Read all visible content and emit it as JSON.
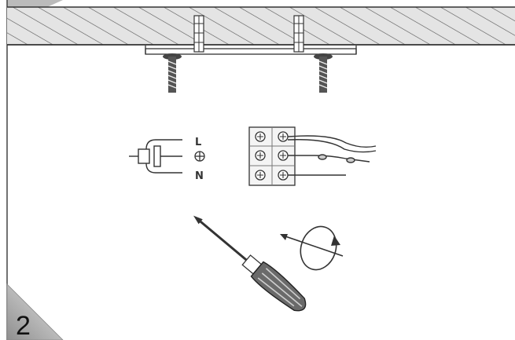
{
  "step_number": "2",
  "terminals": {
    "live": "L",
    "neutral": "N"
  },
  "colors": {
    "line": "#333333",
    "ceiling_fill": "#d9d9d9",
    "corner_dark": "#9a9a9a",
    "corner_light": "#e2e2e2",
    "background": "#ffffff"
  },
  "icons": [
    "ceiling-hatch",
    "mounting-bracket",
    "screw-icon",
    "wall-plug-icon",
    "plug-icon",
    "earth-symbol-icon",
    "terminal-block-icon",
    "cable-icon",
    "screwdriver-icon",
    "rotate-arrow-icon"
  ]
}
